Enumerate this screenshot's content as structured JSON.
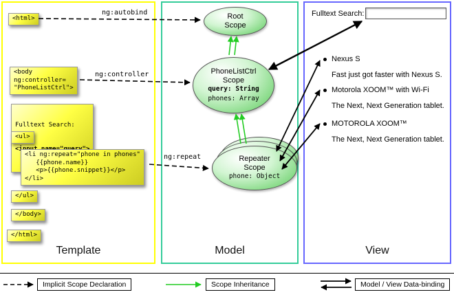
{
  "template": {
    "label": "Template",
    "snippets": [
      {
        "text": "<html>"
      },
      {
        "text": "<body\nng:controller=\n\"PhoneListCtrl\">"
      },
      {
        "line1": "Fulltext Search:",
        "line2": "<input name=\"query\">"
      },
      {
        "text": "<ul>"
      },
      {
        "text": "<li ng:repeat=\"phone in phones\"\n   {{phone.name}}\n   <p>{{phone.snippet}}</p>\n</li>"
      },
      {
        "text": "</ul>"
      },
      {
        "text": "</body>"
      },
      {
        "text": "</html>"
      }
    ]
  },
  "model": {
    "label": "Model",
    "root_scope": {
      "title": "Root\nScope"
    },
    "phonelist_scope": {
      "title": "PhoneListCtrl\nScope",
      "prop1": "query: String",
      "prop2": "phones: Array"
    },
    "repeater_scope": {
      "title": "Repeater\nScope",
      "prop1": "phone: Object"
    }
  },
  "view": {
    "label": "View",
    "search_label": "Fulltext Search:",
    "search_value": "",
    "items": [
      {
        "title": "Nexus S",
        "desc": "Fast just got faster with Nexus S."
      },
      {
        "title": "Motorola XOOM™ with Wi-Fi",
        "desc": "The Next, Next Generation tablet."
      },
      {
        "title": "MOTOROLA XOOM™",
        "desc": "The Next, Next Generation tablet."
      }
    ]
  },
  "annotations": {
    "ng_autobind": "ng:autobind",
    "ng_controller": "ng:controller",
    "ng_repeat": "ng:repeat"
  },
  "legend": {
    "implicit": "Implicit Scope Declaration",
    "inheritance": "Scope Inheritance",
    "binding": "Model / View Data-binding"
  },
  "colors": {
    "template_border": "#ffff00",
    "model_border": "#33cc99",
    "view_border": "#6666ff",
    "inheritance_green": "#22cc22",
    "code_highlight": "#ffff44"
  }
}
